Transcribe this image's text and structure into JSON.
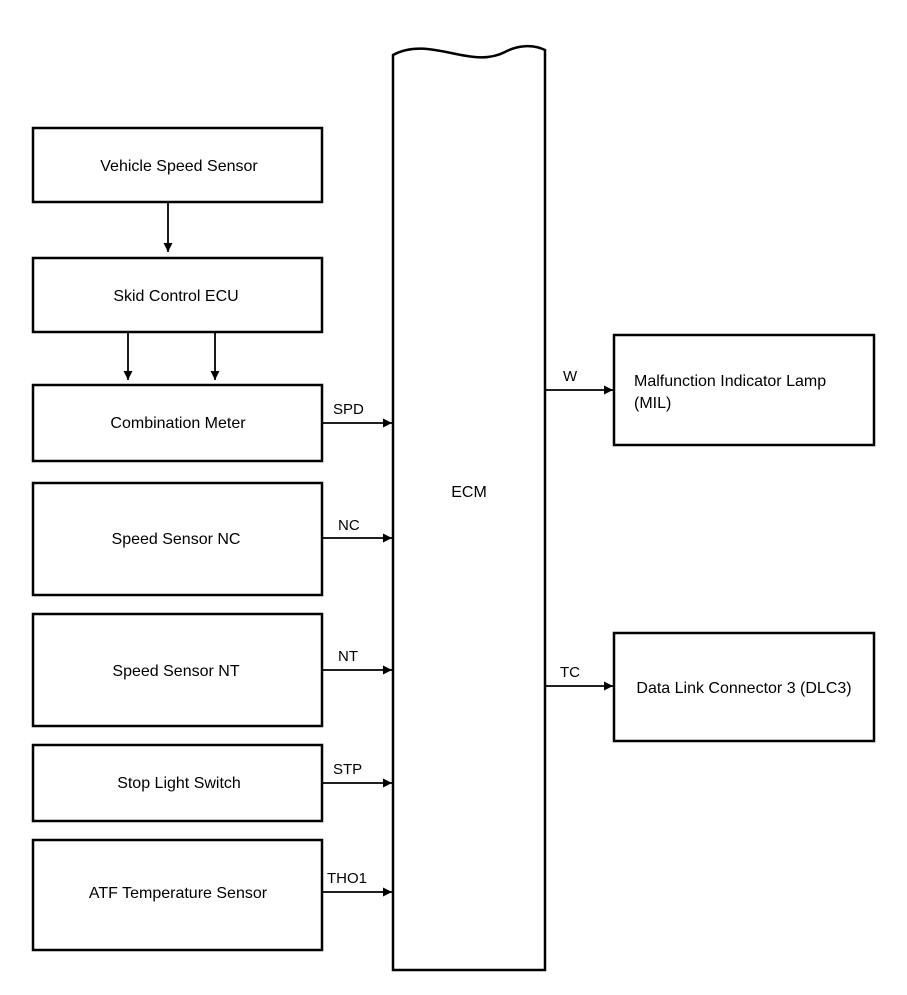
{
  "ecm": {
    "label": "ECM"
  },
  "inputs": {
    "vehicle_speed_sensor": "Vehicle Speed Sensor",
    "skid_control_ecu": "Skid Control ECU",
    "combination_meter": "Combination Meter",
    "speed_sensor_nc": "Speed Sensor NC",
    "speed_sensor_nt": "Speed Sensor NT",
    "stop_light_switch": "Stop Light Switch",
    "atf_temperature_sensor": "ATF Temperature Sensor"
  },
  "input_signals": {
    "spd": "SPD",
    "nc": "NC",
    "nt": "NT",
    "stp": "STP",
    "tho1": "THO1"
  },
  "outputs": {
    "mil_line1": "Malfunction Indicator Lamp",
    "mil_line2": "(MIL)",
    "dlc3": "Data Link Connector 3 (DLC3)"
  },
  "output_signals": {
    "w": "W",
    "tc": "TC"
  }
}
